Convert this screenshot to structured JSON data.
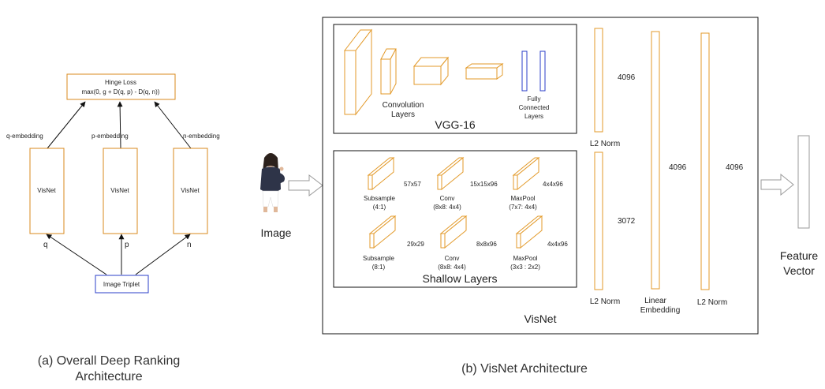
{
  "ranking": {
    "loss_title": "Hinge Loss",
    "loss_formula": "max(0, g + D(q, p) - D(q, n))",
    "emb_q": "q-embedding",
    "emb_p": "p-embedding",
    "emb_n": "n-embedding",
    "net_q": "VisNet",
    "net_p": "VisNet",
    "net_n": "VisNet",
    "in_q": "q",
    "in_p": "p",
    "in_n": "n",
    "triplet": "Image Triplet",
    "caption_line1": "(a) Overall Deep Ranking",
    "caption_line2": "Architecture"
  },
  "visnet": {
    "image_label": "Image",
    "vgg_conv_line1": "Convolution",
    "vgg_conv_line2": "Layers",
    "vgg_fc_line1": "Fully",
    "vgg_fc_line2": "Connected",
    "vgg_fc_line3": "Layers",
    "vgg_title": "VGG-16",
    "shallow_title": "Shallow Layers",
    "s1_name": "Subsample",
    "s1_sub": "(4:1)",
    "s1_dim": "57x57",
    "s2_name": "Conv",
    "s2_sub": "(8x8: 4x4)",
    "s2_dim": "15x15x96",
    "s3_name": "MaxPool",
    "s3_sub": "(7x7: 4x4)",
    "s3_dim": "4x4x96",
    "s4_name": "Subsample",
    "s4_sub": "(8:1)",
    "s4_dim": "29x29",
    "s5_name": "Conv",
    "s5_sub": "(8x8: 4x4)",
    "s5_dim": "8x8x96",
    "s6_name": "MaxPool",
    "s6_sub": "(3x3 : 2x2)",
    "s6_dim": "4x4x96",
    "dim_4096_a": "4096",
    "dim_3072": "3072",
    "dim_4096_b": "4096",
    "dim_4096_c": "4096",
    "l2norm_top": "L2 Norm",
    "l2norm_bottom": "L2 Norm",
    "linear_line1": "Linear",
    "linear_line2": "Embedding",
    "l2norm_right": "L2 Norm",
    "box_title": "VisNet",
    "feature_line1": "Feature",
    "feature_line2": "Vector",
    "caption": "(b) VisNet Architecture"
  },
  "colors": {
    "orange": "#e39a2a",
    "blue": "#2b3fc8"
  }
}
